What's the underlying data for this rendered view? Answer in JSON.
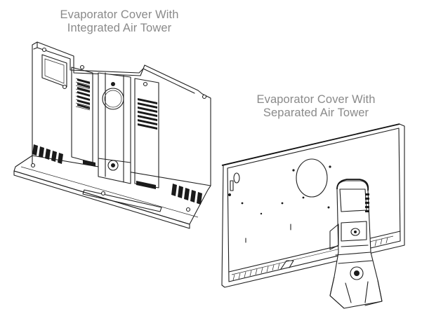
{
  "captions": {
    "integrated": {
      "line1": "Evaporator Cover With",
      "line2": "Integrated Air Tower"
    },
    "separated": {
      "line1": "Evaporator Cover With",
      "line2": "Separated Air Tower"
    }
  },
  "colors": {
    "caption_text": "#8a8a8a",
    "line_art": "#1f1f1f",
    "background": "#ffffff"
  }
}
